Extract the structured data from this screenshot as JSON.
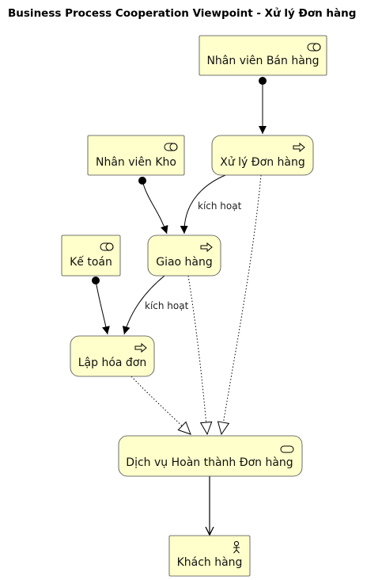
{
  "title": "Business Process Cooperation Viewpoint - Xử lý Đơn hàng",
  "nodes": {
    "sales_staff": {
      "label": "Nhân viên Bán hàng",
      "kind": "role",
      "icon": "role-icon"
    },
    "process_order": {
      "label": "Xử lý Đơn hàng",
      "kind": "process",
      "icon": "process-arrow-icon"
    },
    "warehouse_staff": {
      "label": "Nhân viên Kho",
      "kind": "role",
      "icon": "role-icon"
    },
    "delivery": {
      "label": "Giao hàng",
      "kind": "process",
      "icon": "process-arrow-icon"
    },
    "accountant": {
      "label": "Kế toán",
      "kind": "role",
      "icon": "role-icon"
    },
    "invoice": {
      "label": "Lập hóa đơn",
      "kind": "process",
      "icon": "process-arrow-icon"
    },
    "service": {
      "label": "Dịch vụ Hoàn thành Đơn hàng",
      "kind": "service",
      "icon": "service-icon"
    },
    "customer": {
      "label": "Khách hàng",
      "kind": "actor",
      "icon": "actor-icon"
    }
  },
  "edges": {
    "assign_sales": {
      "from": "Nhân viên Bán hàng",
      "to": "Xử lý Đơn hàng",
      "type": "assignment"
    },
    "trigger_1": {
      "from": "Xử lý Đơn hàng",
      "to": "Giao hàng",
      "type": "triggering",
      "label": "kích hoạt"
    },
    "assign_warehouse": {
      "from": "Nhân viên Kho",
      "to": "Giao hàng",
      "type": "assignment"
    },
    "trigger_2": {
      "from": "Giao hàng",
      "to": "Lập hóa đơn",
      "type": "triggering",
      "label": "kích hoạt"
    },
    "assign_accountant": {
      "from": "Kế toán",
      "to": "Lập hóa đơn",
      "type": "assignment"
    },
    "realize_invoice": {
      "from": "Lập hóa đơn",
      "to": "Dịch vụ Hoàn thành Đơn hàng",
      "type": "realization"
    },
    "realize_delivery": {
      "from": "Giao hàng",
      "to": "Dịch vụ Hoàn thành Đơn hàng",
      "type": "realization"
    },
    "realize_process": {
      "from": "Xử lý Đơn hàng",
      "to": "Dịch vụ Hoàn thành Đơn hàng",
      "type": "realization"
    },
    "serve_customer": {
      "from": "Dịch vụ Hoàn thành Đơn hàng",
      "to": "Khách hàng",
      "type": "serving"
    }
  },
  "colors": {
    "node_fill": "#FFFFCC",
    "node_stroke": "#4a4a4a",
    "edge": "#000000"
  }
}
